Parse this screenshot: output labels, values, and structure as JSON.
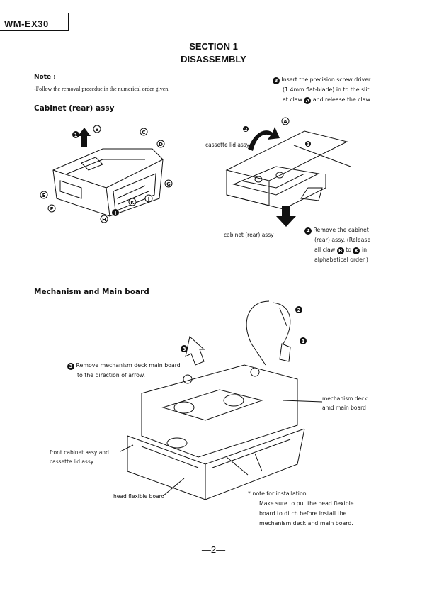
{
  "header": {
    "model": "WM-EX30"
  },
  "title": {
    "section": "SECTION 1",
    "name": "DISASSEMBLY"
  },
  "note": {
    "heading": "Note :",
    "text": "-Follow the removal procedue in the numerical order given."
  },
  "cabinet_section": {
    "heading": "Cabinet (rear) assy",
    "step3_lines": [
      "Insert the precision screw driver",
      "(1.4mm flat-blade) in to the slit",
      "at claw",
      "and release the claw."
    ],
    "step3_num": "3",
    "step3_claw": "A",
    "step4_lines": [
      "Remove the cabinet",
      "(rear) assy. (Release",
      "all claw",
      "to",
      "in",
      "alphabetical order.)"
    ],
    "step4_num": "4",
    "step4_from": "B",
    "step4_to": "K",
    "labels": {
      "cassette_lid": "cassette lid assy",
      "cabinet_rear": "cabinet (rear) assy"
    },
    "claw_markers": [
      "1",
      "B",
      "C",
      "D",
      "E",
      "F",
      "G",
      "H",
      "I",
      "J",
      "K",
      "2",
      "A",
      "3"
    ]
  },
  "mechanism_section": {
    "heading": "Mechanism and Main board",
    "step3_num": "3",
    "step3_lines": [
      "Remove mechanism deck main board",
      "to the direction of arrow."
    ],
    "labels": {
      "mech_deck": [
        "mechanism deck",
        "amd main board"
      ],
      "front_cabinet": [
        "front cabinet assy and",
        "cassette lid assy"
      ],
      "head_flex": "head flexible board"
    },
    "install_note": {
      "star": "*",
      "heading": "note for installation :",
      "lines": [
        "Make sure to put the head flexible",
        "board to ditch before install the",
        "mechanism deck and main board."
      ]
    },
    "markers": [
      "1",
      "2",
      "3"
    ]
  },
  "footer": {
    "page": "—2—"
  }
}
